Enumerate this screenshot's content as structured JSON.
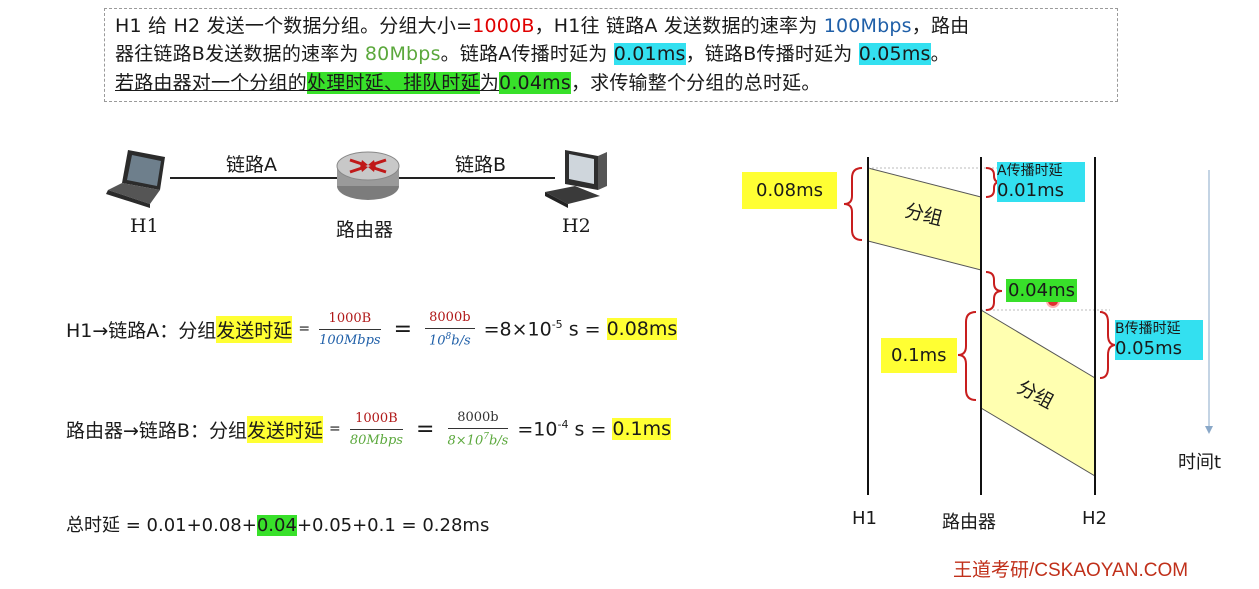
{
  "problem": {
    "line1": [
      "H1 给 H2 发送一个数据分组。分组大小=",
      "1000B",
      "，H1往 链路A 发送数据的速率为 ",
      "100Mbps",
      "，路由"
    ],
    "line2": [
      "器往链路B发送数据的速率为 ",
      "80Mbps",
      "。链路A传播时延为 ",
      "0.01ms",
      "，链路B传播时延为 ",
      "0.05ms",
      "。"
    ],
    "line3": [
      "若路由器对一个分组的",
      "处理时延、排队时延",
      "为",
      "0.04ms",
      "，求传输整个分组的总时延。"
    ]
  },
  "topology": {
    "h1_label": "H1",
    "router_label": "路由器",
    "h2_label": "H2",
    "link_a": "链路A",
    "link_b": "链路B",
    "host_icon": "laptop-icon",
    "router_icon": "router-icon",
    "pc_icon": "desktop-pc-icon"
  },
  "formulas": {
    "f1": {
      "prefix": "H1→链路A：分组",
      "highlight": "发送时延",
      "eq1": "=",
      "frac1_num": "1000B",
      "frac1_den": "100Mbps",
      "eq2": "=",
      "frac2_num": "8000b",
      "frac2_den_base": "10",
      "frac2_den_exp": "8",
      "frac2_den_unit": "b/s",
      "eq3": "=8×10",
      "exp": "-5",
      "unit": " s = ",
      "result": "0.08ms"
    },
    "f2": {
      "prefix": "路由器→链路B：分组",
      "highlight": "发送时延",
      "eq1": "=",
      "frac1_num": "1000B",
      "frac1_den": "80Mbps",
      "eq2": "=",
      "frac2_num": "8000b",
      "frac2_den_base": "8×10",
      "frac2_den_exp": "7",
      "frac2_den_unit": "b/s",
      "eq3": "=10",
      "exp": "-4",
      "unit": " s = ",
      "result": "0.1ms"
    },
    "total": {
      "prefix": "总时延 = 0.01+0.08+",
      "highlight": "0.04",
      "suffix": "+0.05+0.1 = 0.28ms"
    }
  },
  "timing": {
    "axis_h1": "H1",
    "axis_router": "路由器",
    "axis_h2": "H2",
    "time_label": "时间t",
    "packet_label": "分组",
    "send_a": "0.08ms",
    "prop_a_title": "A传播时延",
    "prop_a_value": "0.01ms",
    "router_delay": "0.04ms",
    "send_b": "0.1ms",
    "prop_b_title": "B传播时延",
    "prop_b_value": "0.05ms",
    "colors": {
      "packet_fill": "#ffffb0",
      "bracket": "#c81e1e",
      "cyan": "#33e0f0",
      "yellow": "#ffff33",
      "green": "#38e02a"
    }
  },
  "watermark": "王道考研/CSKAOYAN.COM"
}
